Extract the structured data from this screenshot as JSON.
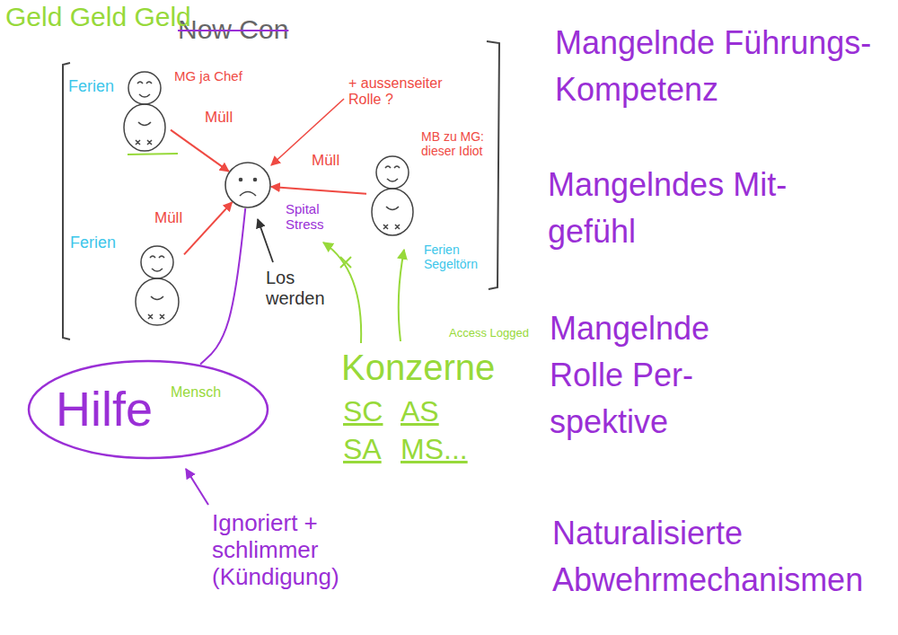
{
  "diagram": {
    "nodes": [
      {
        "text": [
          "Now Con"
        ]
      },
      {
        "text": [
          "Ferien",
          "MG ja Chef"
        ],
        "in": 0
      },
      {
        "text": [
          "MB zu MG: dieser Idiot",
          "Ferien Segeltörn"
        ],
        "in": 0
      },
      {
        "text": [
          "Ferien"
        ],
        "in": 0
      },
      {
        "text": [
          "Spital Stress"
        ],
        "in": 0
      },
      {
        "text": [
          "Hilfe",
          "Mensch"
        ]
      }
    ],
    "edges": [
      {
        "from": 1,
        "to": 4,
        "label": "Müll",
        "arrow": "to"
      },
      {
        "from": 2,
        "to": 4,
        "label": "Müll",
        "arrow": "to"
      },
      {
        "from": 3,
        "to": 4,
        "label": "Müll",
        "arrow": "to"
      },
      {
        "from": 4,
        "to": 5,
        "arrow": "none"
      }
    ],
    "labels": [
      "Geld Geld Geld",
      "+ aussenseiter Rolle ?",
      "Los werden",
      "Konzerne",
      "Access Logged",
      "SC",
      "AS",
      "SA",
      "MS...",
      "Ignoriert + schlimmer (Kündigung)",
      "Mangelnde Führungs- Kompetenz",
      "Mangelndes Mit- gefühl",
      "Mangelnde Rolle Per- spektive",
      "Naturalisierte Abwehrmechanismen"
    ]
  }
}
